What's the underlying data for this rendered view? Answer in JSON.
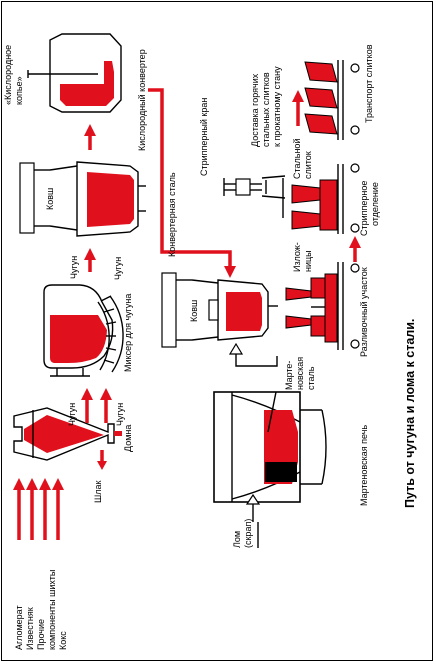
{
  "title": "Путь от чугуна и лома к стали.",
  "inputs": [
    "Агломерат",
    "Известняк",
    "Прочие",
    "компоненты шихты",
    "Кокс"
  ],
  "blast_furnace": {
    "name": "Домна",
    "slag": "Шлак",
    "iron_out_1": "Чугун",
    "iron_out_2": "Чугун"
  },
  "mixer": {
    "name": "Миксер для чугуна",
    "iron_in": "Чугун",
    "iron_out": "Чугун"
  },
  "ladle_top": "Ковш",
  "converter": {
    "name": "Кислородный конвертер",
    "lance_1": "«Кислородное",
    "lance_2": "копье»"
  },
  "converter_steel": "Конвертерная сталь",
  "ladle_bottom": "Ковш",
  "open_hearth": {
    "name": "Мартеновская печь",
    "scrap_1": "Лом",
    "scrap_2": "(скрап)",
    "steel_1": "Марте-",
    "steel_2": "новская",
    "steel_3": "сталь"
  },
  "casting": {
    "name": "Разливочный участок",
    "molds_1": "Излож-",
    "molds_2": "ницы"
  },
  "stripper": {
    "crane": "Стрипперный кран",
    "dept_1": "Стрипперное",
    "dept_2": "отделение",
    "ingot_1": "Стальной",
    "ingot_2": "слиток"
  },
  "delivery": {
    "line_1": "Доставка горячих",
    "line_2": "стальных слитков",
    "line_3": "к прокатному стану"
  },
  "transport": "Транспорт слитков",
  "colors": {
    "accent": "#e0101c",
    "ink": "#000000"
  }
}
